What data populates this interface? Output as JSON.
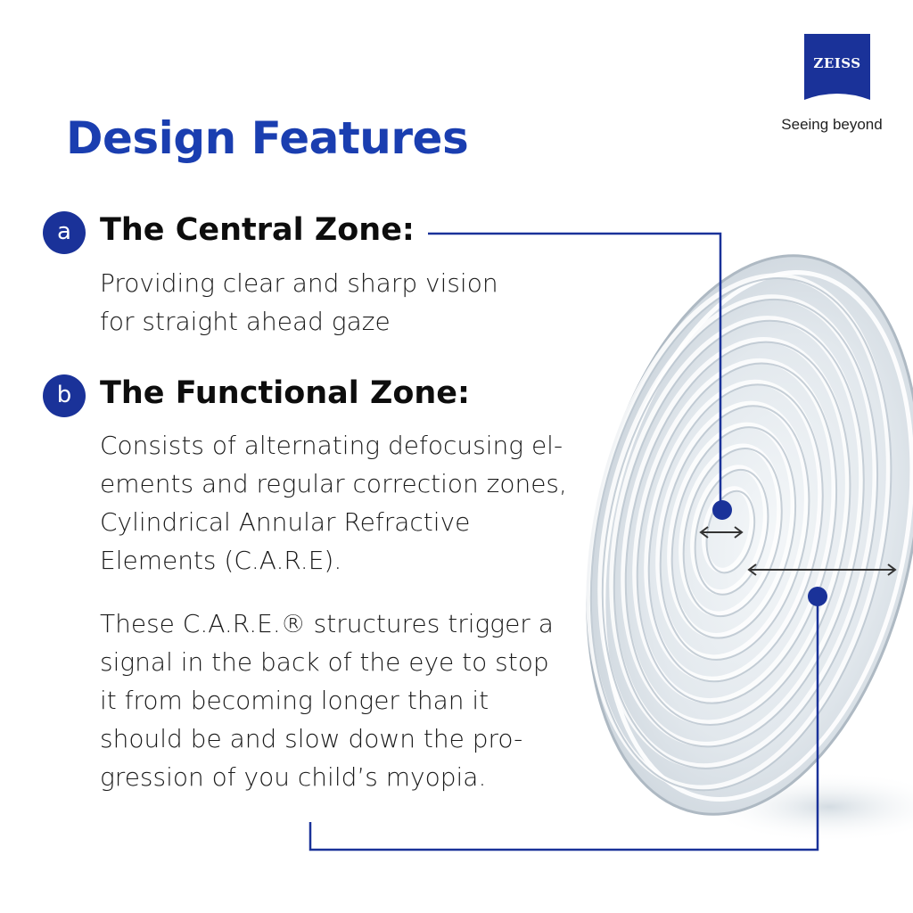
{
  "brand": {
    "logo_text": "ZEISS",
    "tagline": "Seeing beyond",
    "color": "#1a3299"
  },
  "title": "Design Features",
  "zones": [
    {
      "badge": "a",
      "heading": "The Central Zone:",
      "lines": [
        "Providing clear and sharp vision",
        "for straight ahead gaze"
      ]
    },
    {
      "badge": "b",
      "heading": "The Functional Zone:",
      "lines": [
        "Consists of alternating defocusing el-",
        "ements and regular correction zones,",
        "Cylindrical Annular Refractive",
        "Elements (C.A.R.E)."
      ]
    }
  ],
  "paragraph": [
    "These C.A.R.E.® structures trigger a",
    "signal in the back of the eye to stop",
    "it from becoming longer than it",
    "should be and slow down the pro-",
    "gression of you child’s myopia."
  ],
  "colors": {
    "accent": "#1a3eb0",
    "line": "#1a3299",
    "lens": "#dde4ea"
  }
}
